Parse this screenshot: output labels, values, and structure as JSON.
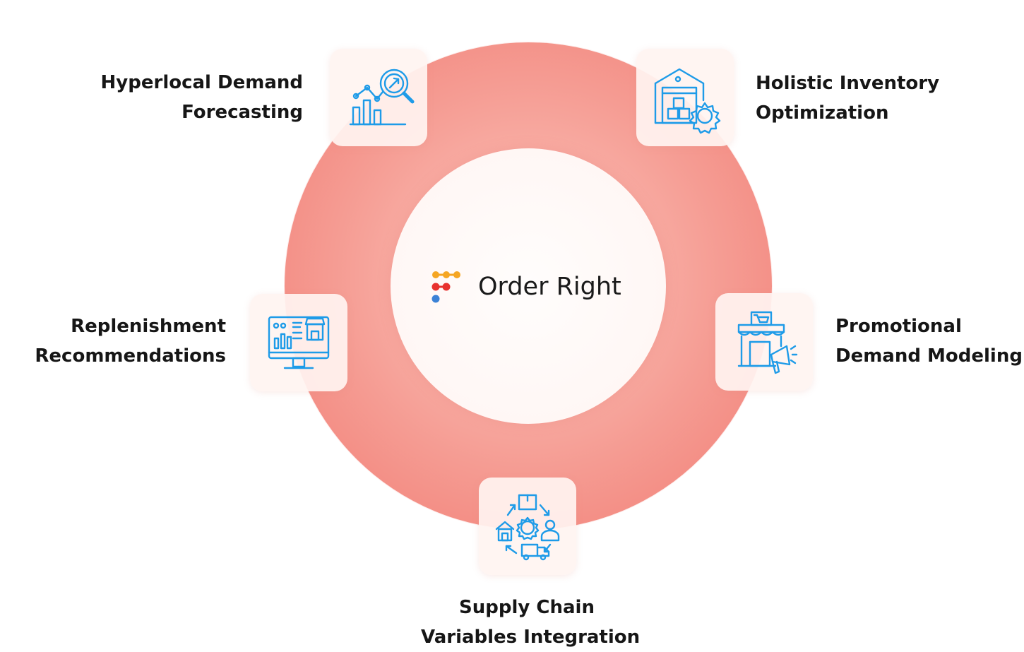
{
  "brand": {
    "name": "Order Right",
    "logo_colors": [
      "#f5a623",
      "#e8322f",
      "#3b82d6"
    ]
  },
  "accent_color": "#1e9be8",
  "ring_color": "#f48d84",
  "features": [
    {
      "id": "hyperlocal",
      "line1": "Hyperlocal Demand",
      "line2": "Forecasting",
      "icon": "magnifier-chart-icon"
    },
    {
      "id": "inventory",
      "line1": "Holistic Inventory",
      "line2": "Optimization",
      "icon": "warehouse-gear-icon"
    },
    {
      "id": "replenishment",
      "line1": "Replenishment",
      "line2": "Recommendations",
      "icon": "monitor-dashboard-icon"
    },
    {
      "id": "promotional",
      "line1": "Promotional",
      "line2": "Demand Modeling",
      "icon": "store-megaphone-icon"
    },
    {
      "id": "supply",
      "line1": "Supply Chain",
      "line2": "Variables Integration",
      "icon": "supply-cycle-icon"
    }
  ]
}
